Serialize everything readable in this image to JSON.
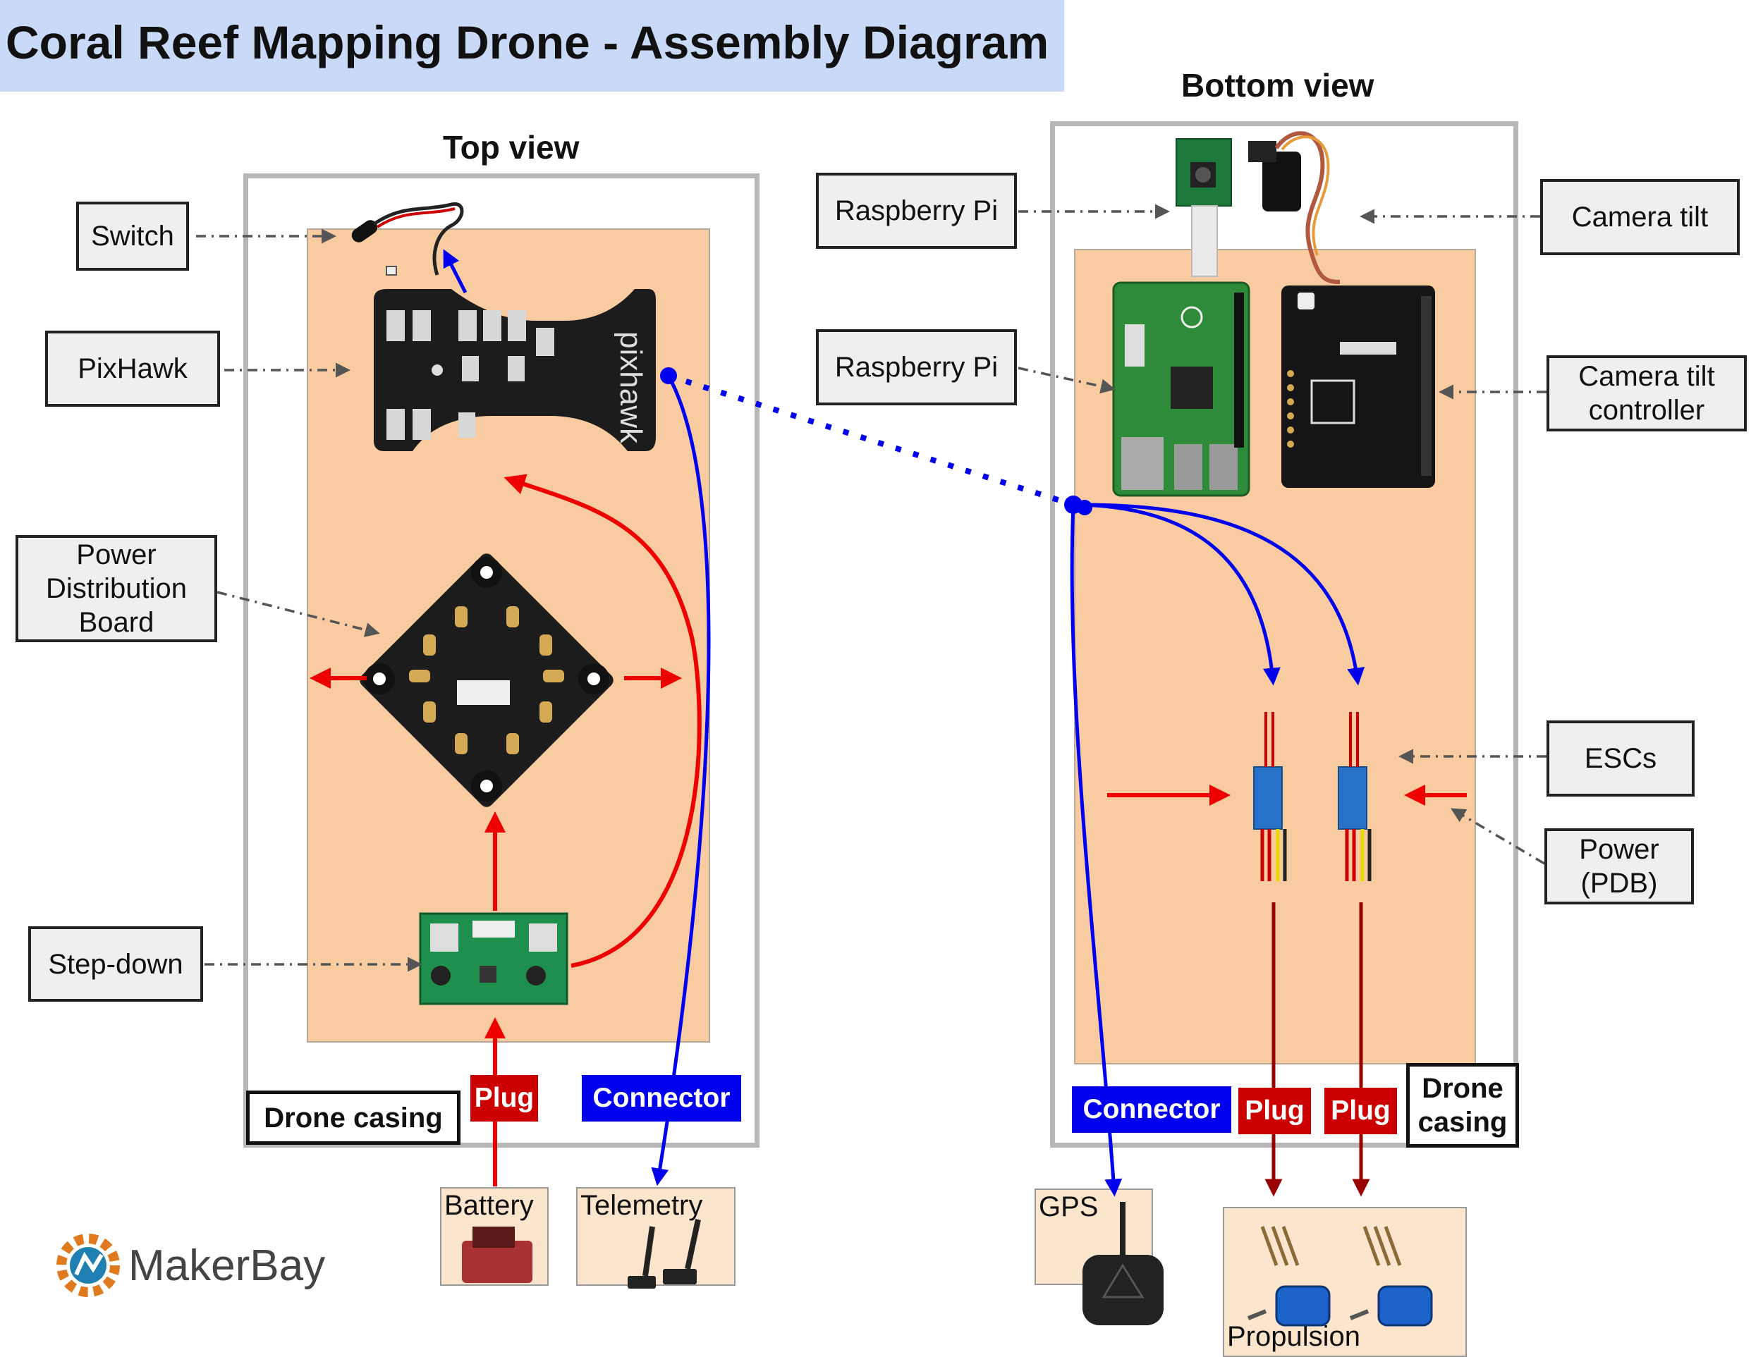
{
  "title": "Coral Reef Mapping Drone - Assembly Diagram",
  "top_view": {
    "heading": "Top view",
    "casing_label": "Drone casing",
    "labels": {
      "switch": "Switch",
      "pixhawk": "PixHawk",
      "pdb": "Power\nDistribution\nBoard",
      "stepdown": "Step-down"
    },
    "plug": "Plug",
    "connector": "Connector",
    "battery": "Battery",
    "telemetry": "Telemetry"
  },
  "bottom_view": {
    "heading": "Bottom view",
    "casing_label": "Drone\ncasing",
    "labels": {
      "raspberry_pi_camera": "Raspberry Pi",
      "raspberry_pi_board": "Raspberry Pi",
      "camera_tilt": "Camera tilt",
      "camera_tilt_controller": "Camera tilt\ncontroller",
      "escs": "ESCs",
      "power_pdb": "Power\n(PDB)"
    },
    "connector": "Connector",
    "plug_1": "Plug",
    "plug_2": "Plug",
    "gps": "GPS",
    "propulsion": "Propulsion"
  },
  "logo": "MakerBay",
  "colors": {
    "power_arrow": "#ee0000",
    "signal_arrow": "#0000ee",
    "motor_wire": "#990000",
    "leader_line": "#555555",
    "board_fill": "#f8cba0",
    "title_fill": "#c9daf8"
  }
}
